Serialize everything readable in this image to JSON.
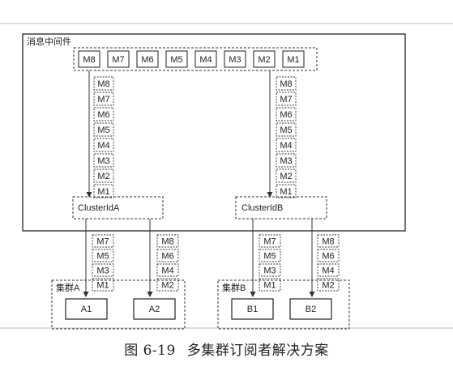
{
  "middleware": {
    "label": "消息中间件",
    "queue": [
      "M8",
      "M7",
      "M6",
      "M5",
      "M4",
      "M3",
      "M2",
      "M1"
    ]
  },
  "channels": {
    "left": [
      "M8",
      "M7",
      "M6",
      "M5",
      "M4",
      "M3",
      "M2",
      "M1"
    ],
    "right": [
      "M8",
      "M7",
      "M6",
      "M5",
      "M4",
      "M3",
      "M2",
      "M1"
    ]
  },
  "dispatchers": {
    "a": "ClusterIdA",
    "b": "ClusterIdB"
  },
  "splits": {
    "a1": [
      "M7",
      "M5",
      "M3",
      "M1"
    ],
    "a2": [
      "M8",
      "M6",
      "M4",
      "M2"
    ],
    "b1": [
      "M7",
      "M5",
      "M3",
      "M1"
    ],
    "b2": [
      "M8",
      "M6",
      "M4",
      "M2"
    ]
  },
  "clusters": {
    "a": {
      "label": "集群A",
      "nodes": [
        "A1",
        "A2"
      ]
    },
    "b": {
      "label": "集群B",
      "nodes": [
        "B1",
        "B2"
      ]
    }
  },
  "caption": {
    "number": "图 6-19",
    "title": "多集群订阅者解决方案"
  }
}
